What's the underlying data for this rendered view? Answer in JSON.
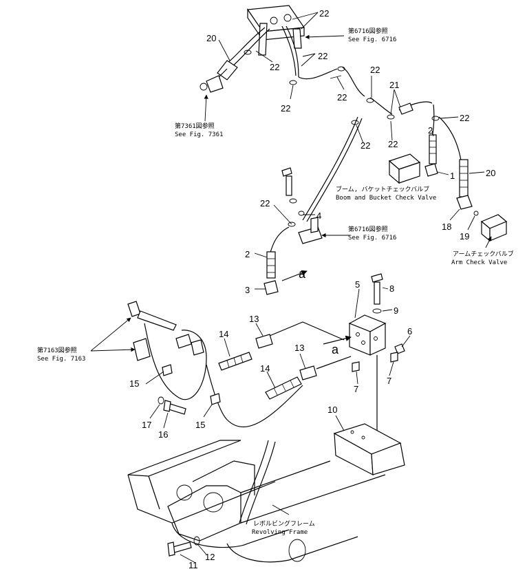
{
  "callouts": [
    {
      "n": "22"
    },
    {
      "n": "20"
    },
    {
      "n": "22"
    },
    {
      "n": "22"
    },
    {
      "n": "22"
    },
    {
      "n": "22"
    },
    {
      "n": "22"
    },
    {
      "n": "21"
    },
    {
      "n": "22"
    },
    {
      "n": "22"
    },
    {
      "n": "22"
    },
    {
      "n": "2"
    },
    {
      "n": "1"
    },
    {
      "n": "20"
    },
    {
      "n": "22"
    },
    {
      "n": "4"
    },
    {
      "n": "2"
    },
    {
      "n": "3"
    },
    {
      "n": "18"
    },
    {
      "n": "19"
    },
    {
      "n": "5"
    },
    {
      "n": "8"
    },
    {
      "n": "9"
    },
    {
      "n": "6"
    },
    {
      "n": "7"
    },
    {
      "n": "7"
    },
    {
      "n": "13"
    },
    {
      "n": "13"
    },
    {
      "n": "14"
    },
    {
      "n": "14"
    },
    {
      "n": "15"
    },
    {
      "n": "15"
    },
    {
      "n": "17"
    },
    {
      "n": "16"
    },
    {
      "n": "10"
    },
    {
      "n": "11"
    },
    {
      "n": "12"
    }
  ],
  "flow_labels": {
    "a1": "a",
    "a2": "a"
  },
  "refs": {
    "fig6716_top_jp": "第6716図参照",
    "fig6716_top_en": "See  Fig. 6716",
    "fig7361_jp": "第7361図参照",
    "fig7361_en": "See  Fig. 7361",
    "boom_jp": "ブーム, バケットチェックバルブ",
    "boom_en": "Boom  and  Bucket  Check  Valve",
    "fig6716_mid_jp": "第6716図参照",
    "fig6716_mid_en": "See  Fig. 6716",
    "arm_jp": "アームチェックバルブ",
    "arm_en": "Arm  Check  Valve",
    "fig7163_jp": "第7163図参照",
    "fig7163_en": "See  Fig. 7163",
    "frame_jp": "レボルビングフレーム",
    "frame_en": "Revolving  Frame"
  }
}
